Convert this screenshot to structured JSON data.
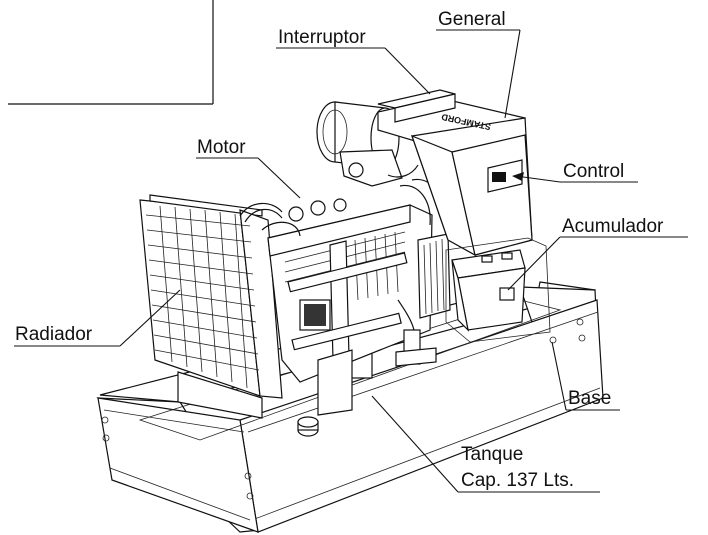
{
  "labels": {
    "general": "General",
    "interruptor": "Interruptor",
    "motor": "Motor",
    "control": "Control",
    "acumulador": "Acumulador",
    "radiador": "Radiador",
    "base": "Base",
    "tanque_line1": "Tanque",
    "tanque_line2": "Cap. 137 Lts."
  },
  "nameplate_text": "STAMFORD",
  "colors": {
    "line": "#111111",
    "background": "#ffffff"
  }
}
